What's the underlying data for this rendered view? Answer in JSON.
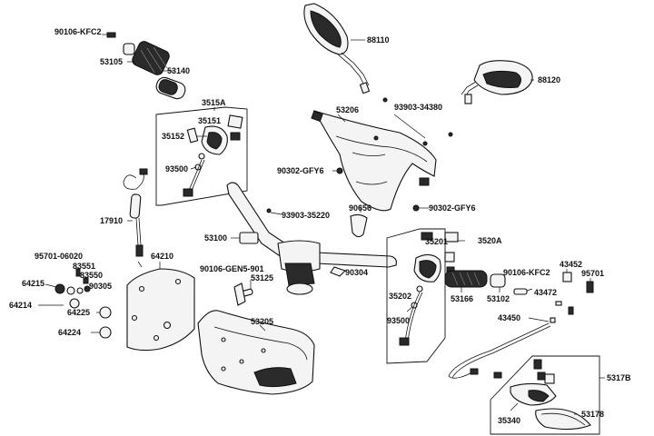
{
  "colors": {
    "ink": "#111111",
    "background": "#ffffff"
  },
  "labels": {
    "p90106_kfc2_a": "90106-KFC2",
    "p53105": "53105",
    "p53140": "53140",
    "p88110": "88110",
    "p88120": "88120",
    "p3515a": "3515A",
    "p35151": "35151",
    "p35152": "35152",
    "p93500_a": "93500",
    "p53206": "53206",
    "p93903_34380": "93903-34380",
    "p90302_gfy6_a": "90302-GFY6",
    "p90656": "90656",
    "p90302_gfy6_b": "90302-GFY6",
    "p17910": "17910",
    "p93903_35220": "93903-35220",
    "p53100": "53100",
    "p95701_06020": "95701-06020",
    "p64210": "64210",
    "p83551": "83551",
    "p64215": "64215",
    "p83550": "83550",
    "p90305": "90305",
    "p64214": "64214",
    "p64225": "64225",
    "p64224": "64224",
    "p90106_gen5_901": "90106-GEN5-901",
    "p90304": "90304",
    "p53125": "53125",
    "p53205": "53205",
    "p35201": "35201",
    "p3520a": "3520A",
    "p35202": "35202",
    "p93500_b": "93500",
    "p53166": "53166",
    "p53102": "53102",
    "p90106_kfc2_b": "90106-KFC2",
    "p43452": "43452",
    "p95701": "95701",
    "p43472": "43472",
    "p43450": "43450",
    "p5317b": "5317B",
    "p35340": "35340",
    "p53178": "53178"
  }
}
